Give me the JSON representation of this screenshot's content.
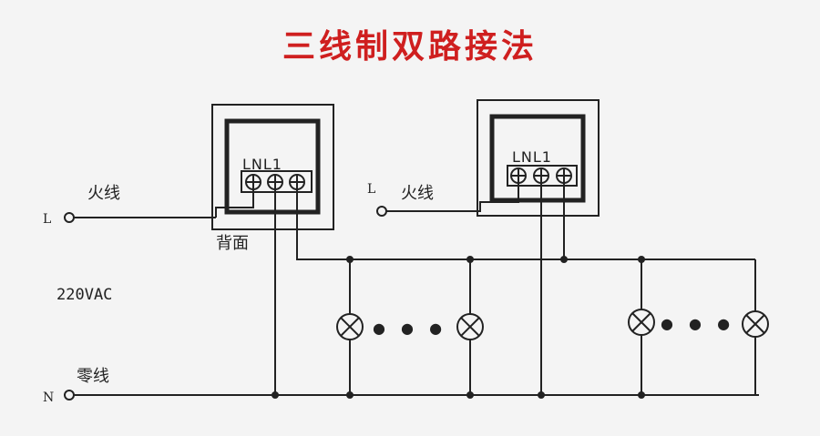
{
  "title": "三线制双路接法",
  "labels": {
    "live_left": "火线",
    "live_left_letter": "L",
    "live_right": "火线",
    "live_right_letter": "L",
    "back_panel": "背面",
    "voltage": "220VAC",
    "neutral": "零线",
    "neutral_letter": "N"
  },
  "switch_left": {
    "terminal_label": "LNL1"
  },
  "switch_right": {
    "terminal_label": "LNL1"
  },
  "lamp_group_left": {
    "ellipsis": "● ● ●"
  },
  "lamp_group_right": {
    "ellipsis": "● ● ●"
  },
  "colors": {
    "title": "#cf1f1f",
    "line": "#222222",
    "background": "#f4f4f4"
  }
}
